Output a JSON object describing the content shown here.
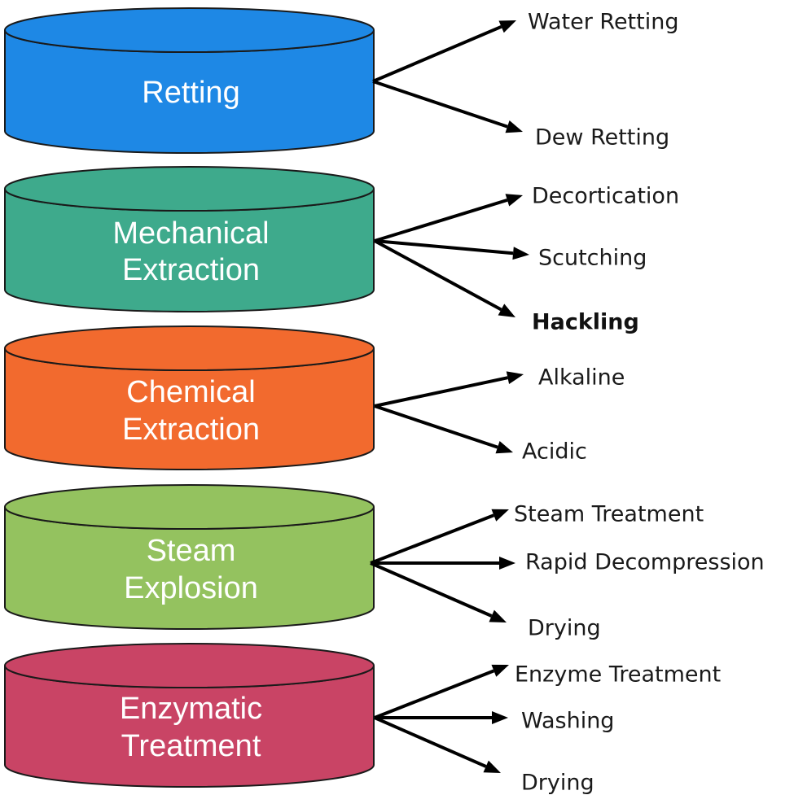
{
  "diagram": {
    "title": "",
    "stages": [
      {
        "id": "retting",
        "label_lines": [
          "Retting"
        ],
        "color": "#1E88E5",
        "outputs": [
          {
            "label": "Water Retting",
            "emphasis": false
          },
          {
            "label": "Dew Retting",
            "emphasis": false
          }
        ]
      },
      {
        "id": "mechanical-extraction",
        "label_lines": [
          "Mechanical",
          "Extraction"
        ],
        "color": "#3EAA8C",
        "outputs": [
          {
            "label": "Decortication",
            "emphasis": false
          },
          {
            "label": "Scutching",
            "emphasis": false
          },
          {
            "label": "Hackling",
            "emphasis": true
          }
        ]
      },
      {
        "id": "chemical-extraction",
        "label_lines": [
          "Chemical",
          "Extraction"
        ],
        "color": "#F26A2E",
        "outputs": [
          {
            "label": "Alkaline",
            "emphasis": false
          },
          {
            "label": "Acidic",
            "emphasis": false
          }
        ]
      },
      {
        "id": "steam-explosion",
        "label_lines": [
          "Steam",
          "Explosion"
        ],
        "color": "#94C25F",
        "outputs": [
          {
            "label": "Steam Treatment",
            "emphasis": false
          },
          {
            "label": "Rapid Decompression",
            "emphasis": false
          },
          {
            "label": "Drying",
            "emphasis": false
          }
        ]
      },
      {
        "id": "enzymatic-treatment",
        "label_lines": [
          "Enzymatic",
          "Treatment"
        ],
        "color": "#C94465",
        "outputs": [
          {
            "label": "Enzyme Treatment",
            "emphasis": false
          },
          {
            "label": "Washing",
            "emphasis": false
          },
          {
            "label": "Drying",
            "emphasis": false
          }
        ]
      }
    ]
  }
}
